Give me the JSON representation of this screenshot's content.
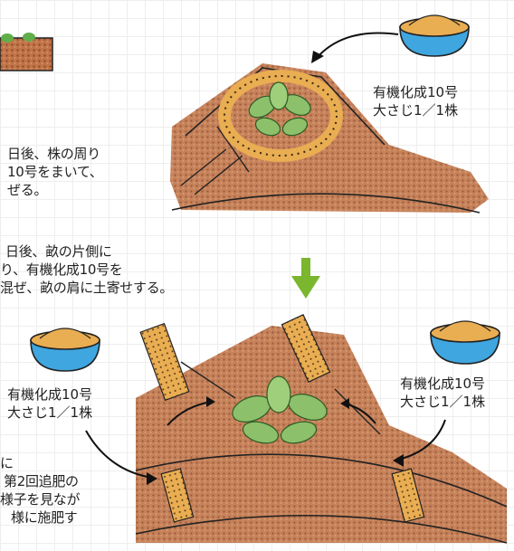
{
  "instructions": {
    "step1": {
      "line1": "日後、株の周り",
      "line2": "10号をまいて、",
      "line3": "ぜる。"
    },
    "step2": {
      "line1": "日後、畝の片側に",
      "line2": "り、有機化成10号を",
      "line3": "混ぜ、畝の肩に土寄せする。"
    },
    "step3": {
      "line1": "に",
      "line2": "第2回追肥の",
      "line3": "様子を見なが",
      "line4": "様に施肥す"
    }
  },
  "labels": {
    "top": {
      "name": "有機化成10号",
      "amount": "大さじ1／1株"
    },
    "bottom_left": {
      "name": "有機化成10号",
      "amount": "大さじ1／1株"
    },
    "bottom_right": {
      "name": "有機化成10号",
      "amount": "大さじ1／1株"
    }
  },
  "colors": {
    "soil": "#b5643a",
    "soil_dark": "#7a3c1e",
    "fertilizer": "#e8a84a",
    "bowl": "#3fa6e0",
    "leaf": "#8cc06a",
    "leaf_dark": "#3f7a35",
    "arrow": "#7ab62e"
  },
  "icons": {
    "fertilizer_bowl": "fertilizer-bowl-icon",
    "next_step_arrow": "down-arrow-icon"
  }
}
